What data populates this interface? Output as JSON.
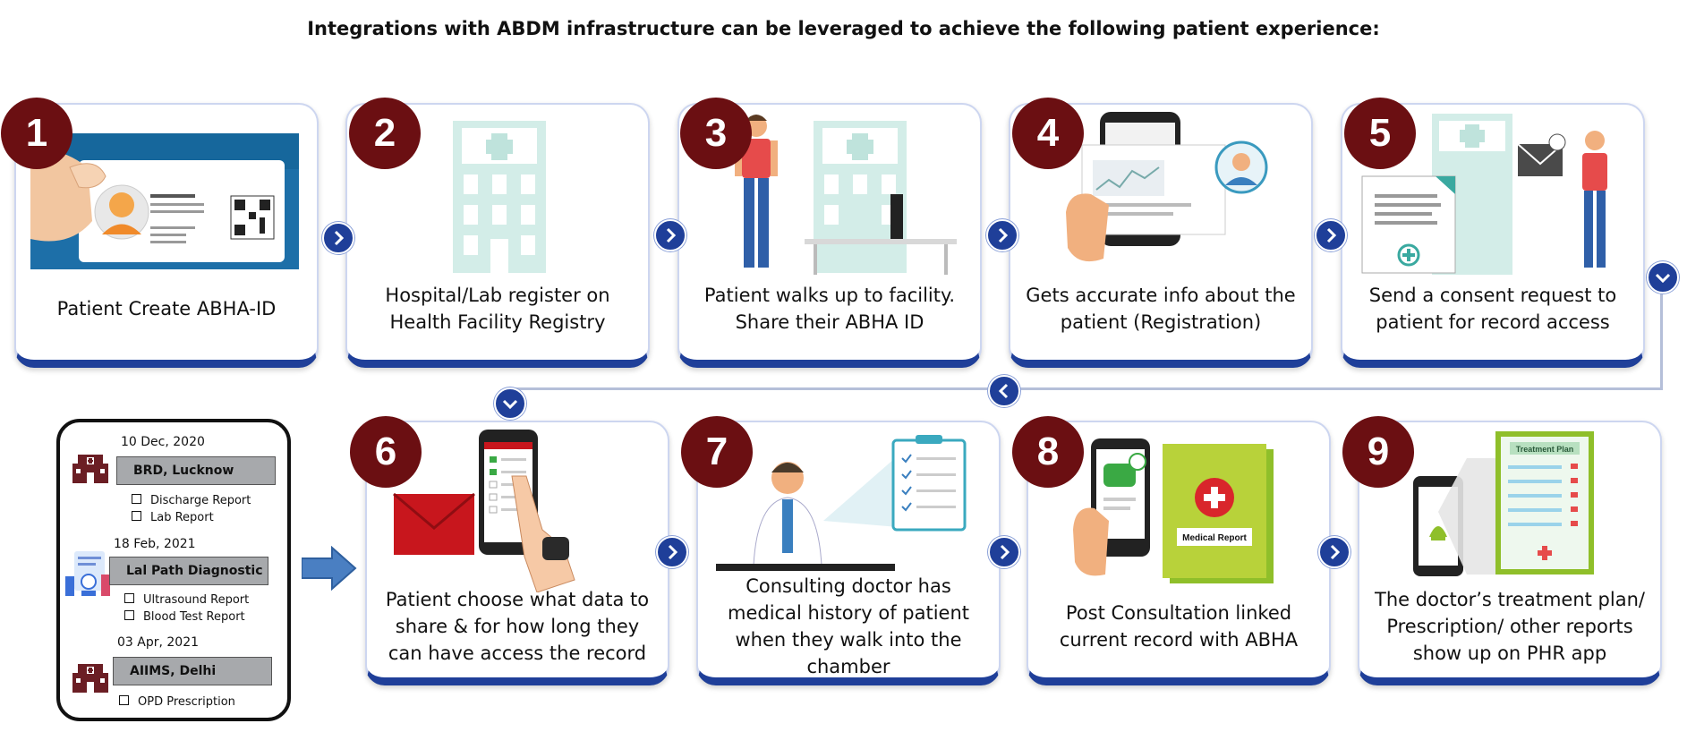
{
  "title": "Integrations with ABDM infrastructure can be leveraged to achieve the following patient experience:",
  "steps": [
    {
      "number": "1",
      "text": "Patient Create ABHA-ID"
    },
    {
      "number": "2",
      "text": "Hospital/Lab register on Health Facility Registry"
    },
    {
      "number": "3",
      "text": "Patient walks up to facility. Share their ABHA ID"
    },
    {
      "number": "4",
      "text": "Gets accurate info about the patient  (Registration)"
    },
    {
      "number": "5",
      "text": "Send a consent request to patient for record access"
    },
    {
      "number": "6",
      "text": "Patient choose what data to share & for how long they can have access the record"
    },
    {
      "number": "7",
      "text": "Consulting doctor has medical history of patient when they walk into the chamber"
    },
    {
      "number": "8",
      "text": "Post Consultation  linked current record with ABHA"
    },
    {
      "number": "9",
      "text": "The doctor’s treatment plan/ Prescription/ other reports show up on PHR app"
    }
  ],
  "card_labels": {
    "medical_report": "Medical Report",
    "treatment_plan": "Treatment Plan"
  },
  "phr": {
    "entries": [
      {
        "date": "10 Dec, 2020",
        "hospital": "BRD, Lucknow",
        "items": [
          "Discharge Report",
          "Lab Report"
        ]
      },
      {
        "date": "18 Feb, 2021",
        "hospital": "Lal Path Diagnostic",
        "items": [
          "Ultrasound Report",
          "Blood Test Report"
        ]
      },
      {
        "date": "03 Apr, 2021",
        "hospital": "AIIMS, Delhi",
        "items": [
          "OPD Prescription"
        ]
      }
    ]
  },
  "colors": {
    "badge": "#6b0f12",
    "accent": "#1f3f99",
    "building": "#bfe3dc",
    "hospital_box": "#a7a9ac"
  }
}
